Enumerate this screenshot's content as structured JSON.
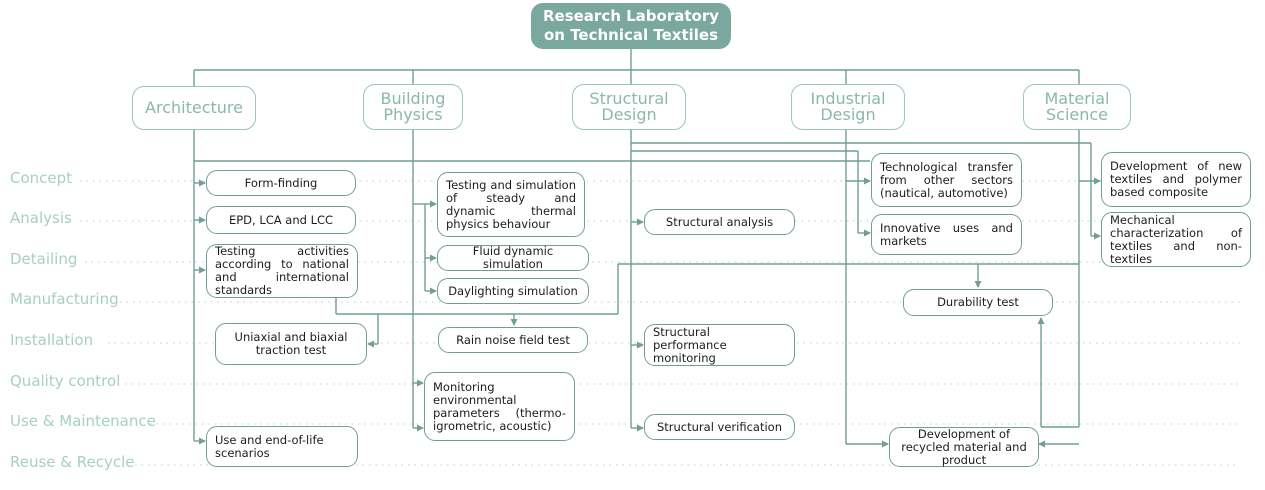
{
  "root": {
    "line1": "Research Laboratory",
    "line2": "on Technical Textiles"
  },
  "categories": [
    {
      "line1": "Architecture",
      "line2": ""
    },
    {
      "line1": "Building",
      "line2": "Physics"
    },
    {
      "line1": "Structural",
      "line2": "Design"
    },
    {
      "line1": "Industrial",
      "line2": "Design"
    },
    {
      "line1": "Material",
      "line2": "Science"
    }
  ],
  "phases": [
    "Concept",
    "Analysis",
    "Detailing",
    "Manufacturing",
    "Installation",
    "Quality control",
    "Use & Maintenance",
    "Reuse & Recycle"
  ],
  "boxes": {
    "form_finding": "Form-finding",
    "epd": "EPD, LCA and LCC",
    "testing_standards": "Testing activities according to national and international standards",
    "uniaxial": "Uniaxial and biaxial traction test",
    "end_of_life": "Use and end-of-life scenarios",
    "testing_simulation": "Testing and simulation of steady and dynamic thermal physics behaviour",
    "fluid_dynamic": "Fluid dynamic simulation",
    "daylighting": "Daylighting simulation",
    "rain_noise": "Rain noise field test",
    "monitoring_env": "Monitoring environmental parameters (thermo-igrometric, acoustic)",
    "structural_analysis": "Structural analysis",
    "structural_monitoring": "Structural performance monitoring",
    "structural_verification": "Structural verification",
    "tech_transfer": "Technological transfer from other sectors (nautical, automotive)",
    "innovative_uses": "Innovative uses and markets",
    "durability": "Durability test",
    "recycled": "Development of recycled material and product",
    "new_textiles": "Development of new textiles and polymer based composite",
    "mechanical": "Mechanical characterization of textiles and non-textiles"
  },
  "colors": {
    "root_fill": "#7aa89e",
    "category_border": "#9cc4ba",
    "line": "#6f9f95",
    "phase_text": "#a7cfc4"
  }
}
